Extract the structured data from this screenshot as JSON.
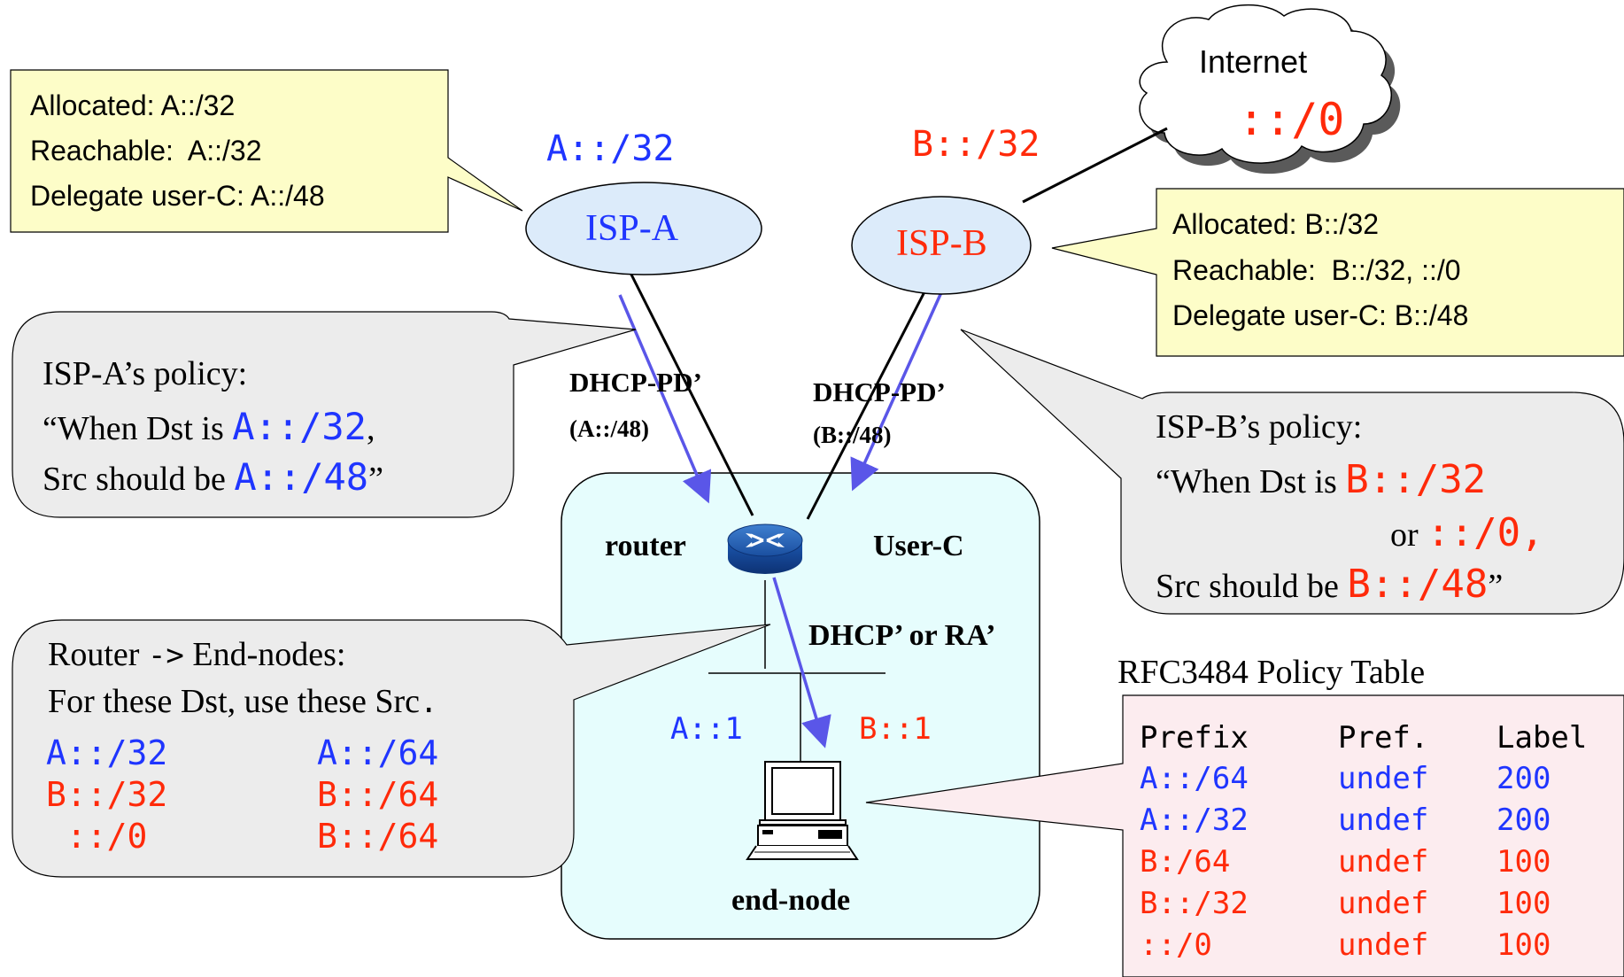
{
  "colors": {
    "blue": "#1f35ff",
    "red": "#ff2a0a",
    "ellipse_fill": "#dcebfa",
    "user_box_fill": "#e6fdfd",
    "note_fill": "#fdfdc8",
    "callout_fill": "#ececec",
    "table_fill": "#fcecef",
    "arrow": "#5a56e8"
  },
  "isp_a": {
    "label": "ISP-A",
    "prefix": "A::/32",
    "note": [
      "Allocated: A::/32",
      "Reachable:  A::/32",
      "Delegate user-C: A::/48"
    ],
    "policy": {
      "heading": "ISP-A’s policy:",
      "line2_text": "“When Dst is ",
      "line2_value": "A::/32",
      "line2_tail": ",",
      "line3_text": "Src should be ",
      "line3_value": "A::/48",
      "line3_tail": "”"
    },
    "link_label": "DHCP-PD’",
    "link_sublabel": "(A::/48)"
  },
  "isp_b": {
    "label": "ISP-B",
    "prefix": "B::/32",
    "note": [
      "Allocated: B::/32",
      "Reachable:  B::/32, ::/0",
      "Delegate user-C: B::/48"
    ],
    "policy": {
      "heading": "ISP-B’s policy:",
      "line2_text": "“When Dst is ",
      "line2_value": "B::/32",
      "line3_text": "or ",
      "line3_value": "::/0,",
      "line4_text": "Src should be ",
      "line4_value": "B::/48",
      "line4_tail": "”"
    },
    "link_label": "DHCP-PD’",
    "link_sublabel": "(B::/48)"
  },
  "internet": {
    "label": "Internet",
    "prefix": "::/0"
  },
  "user_c": {
    "label": "User-C",
    "router_label": "router",
    "lan_label": "DHCP’ or RA’",
    "addr_a": "A::1",
    "addr_b": "B::1",
    "end_node_label": "end-node"
  },
  "router_callout": {
    "line1_a": "Router ",
    "line1_arrow": "->",
    "line1_b": " End-nodes:",
    "line2": "For these Dst, use these Src",
    "line2_dot": ".",
    "rows": [
      {
        "dst": "A::/32",
        "src": "A::/64",
        "color": "blue"
      },
      {
        "dst": "B::/32",
        "src": "B::/64",
        "color": "red"
      },
      {
        "dst": " ::/0",
        "src": "B::/64",
        "color": "red"
      }
    ]
  },
  "policy_table": {
    "title": "RFC3484 Policy Table",
    "headers": [
      "Prefix",
      "Pref.",
      "Label"
    ],
    "rows": [
      {
        "prefix": "A::/64",
        "pref": "undef",
        "label": "200",
        "color": "blue"
      },
      {
        "prefix": "A::/32",
        "pref": "undef",
        "label": "200",
        "color": "blue"
      },
      {
        "prefix": "B:/64",
        "pref": "undef",
        "label": "100",
        "color": "red"
      },
      {
        "prefix": "B::/32",
        "pref": "undef",
        "label": "100",
        "color": "red"
      },
      {
        "prefix": "::/0",
        "pref": "undef",
        "label": "100",
        "color": "red"
      }
    ]
  }
}
